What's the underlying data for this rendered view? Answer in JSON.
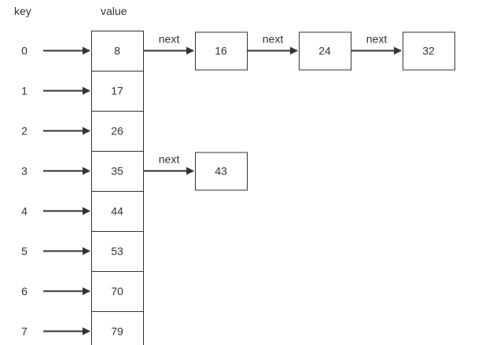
{
  "headers": {
    "key": "key",
    "value": "value"
  },
  "rows": [
    {
      "key": "0",
      "value": "8",
      "chain": [
        "16",
        "24",
        "32"
      ]
    },
    {
      "key": "1",
      "value": "17",
      "chain": []
    },
    {
      "key": "2",
      "value": "26",
      "chain": []
    },
    {
      "key": "3",
      "value": "35",
      "chain": [
        "43"
      ]
    },
    {
      "key": "4",
      "value": "44",
      "chain": []
    },
    {
      "key": "5",
      "value": "53",
      "chain": []
    },
    {
      "key": "6",
      "value": "70",
      "chain": []
    },
    {
      "key": "7",
      "value": "79",
      "chain": []
    }
  ],
  "link_label": "next",
  "colors": {
    "line": "#333333",
    "text": "#333333",
    "box_fill": "#ffffff",
    "background": "#ffffff"
  }
}
